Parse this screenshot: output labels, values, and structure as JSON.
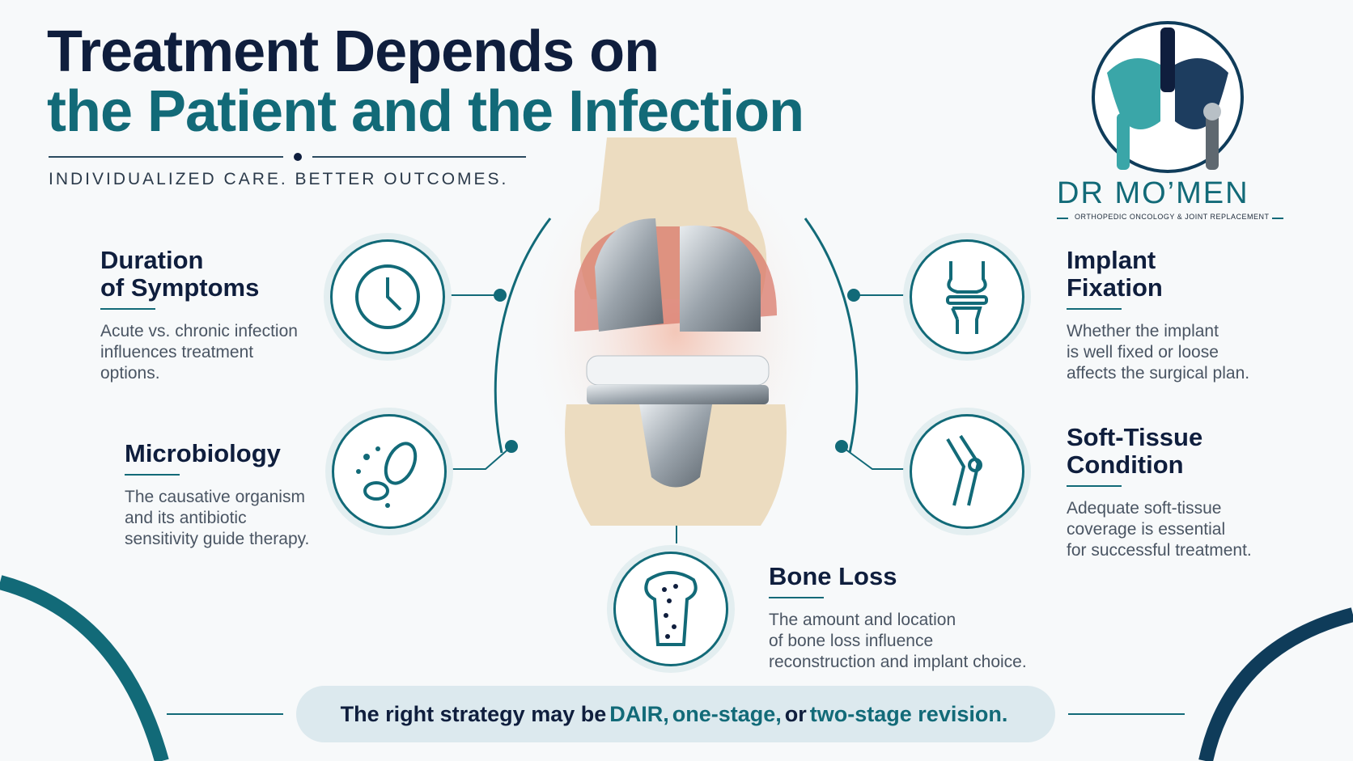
{
  "header": {
    "title_line1": "Treatment Depends on",
    "title_line2": "the Patient and the Infection",
    "tagline": "INDIVIDUALIZED CARE. BETTER OUTCOMES."
  },
  "logo": {
    "name": "DR MO’MEN",
    "subtitle": "ORTHOPEDIC ONCOLOGY & JOINT REPLACEMENT"
  },
  "factors": {
    "duration": {
      "title_line1": "Duration",
      "title_line2": "of Symptoms",
      "desc": [
        "Acute vs. chronic infection",
        "influences treatment",
        "options."
      ],
      "icon": "clock-icon"
    },
    "microbiology": {
      "title": "Microbiology",
      "desc": [
        "The causative organism",
        "and its antibiotic",
        "sensitivity guide therapy."
      ],
      "icon": "bacteria-icon"
    },
    "bone_loss": {
      "title": "Bone Loss",
      "desc": [
        "The amount and location",
        "of bone loss influence",
        "reconstruction and implant choice."
      ],
      "icon": "bone-icon"
    },
    "implant_fixation": {
      "title_line1": "Implant",
      "title_line2": "Fixation",
      "desc": [
        "Whether the implant",
        "is well fixed or loose",
        "affects the surgical plan."
      ],
      "icon": "knee-implant-icon"
    },
    "soft_tissue": {
      "title_line1": "Soft-Tissue",
      "title_line2": "Condition",
      "desc": [
        "Adequate soft-tissue",
        "coverage is essential",
        "for successful treatment."
      ],
      "icon": "leg-icon"
    }
  },
  "bottom": {
    "prefix": "The right strategy may be",
    "option1": "DAIR,",
    "option2": "one-stage,",
    "middle": "or",
    "option3": "two-stage revision."
  },
  "colors": {
    "navy": "#0f1e3d",
    "teal": "#126a78",
    "text": "#4a5563"
  }
}
